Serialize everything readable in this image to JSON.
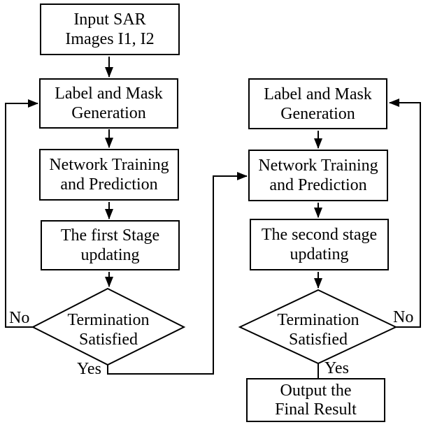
{
  "figure": {
    "background_color": "#ffffff",
    "stroke_color": "#000000",
    "text_color": "#000000",
    "left_column": {
      "input_box": {
        "line1": "Input SAR",
        "line2": "Images I1, I2"
      },
      "label_mask_box": {
        "line1": "Label and Mask",
        "line2": "Generation"
      },
      "network_box": {
        "line1": "Network Training",
        "line2": "and Prediction"
      },
      "stage_box": {
        "line1": "The first Stage",
        "line2": "updating"
      },
      "decision": {
        "line1": "Termination",
        "line2": "Satisfied"
      },
      "no_label": "No",
      "yes_label": "Yes"
    },
    "right_column": {
      "label_mask_box": {
        "line1": "Label and Mask",
        "line2": "Generation"
      },
      "network_box": {
        "line1": "Network Training",
        "line2": "and Prediction"
      },
      "stage_box": {
        "line1": "The second stage",
        "line2": "updating"
      },
      "decision": {
        "line1": "Termination",
        "line2": "Satisfied"
      },
      "no_label": "No",
      "yes_label": "Yes",
      "output_box": {
        "line1": "Output the",
        "line2": "Final Result"
      }
    }
  }
}
